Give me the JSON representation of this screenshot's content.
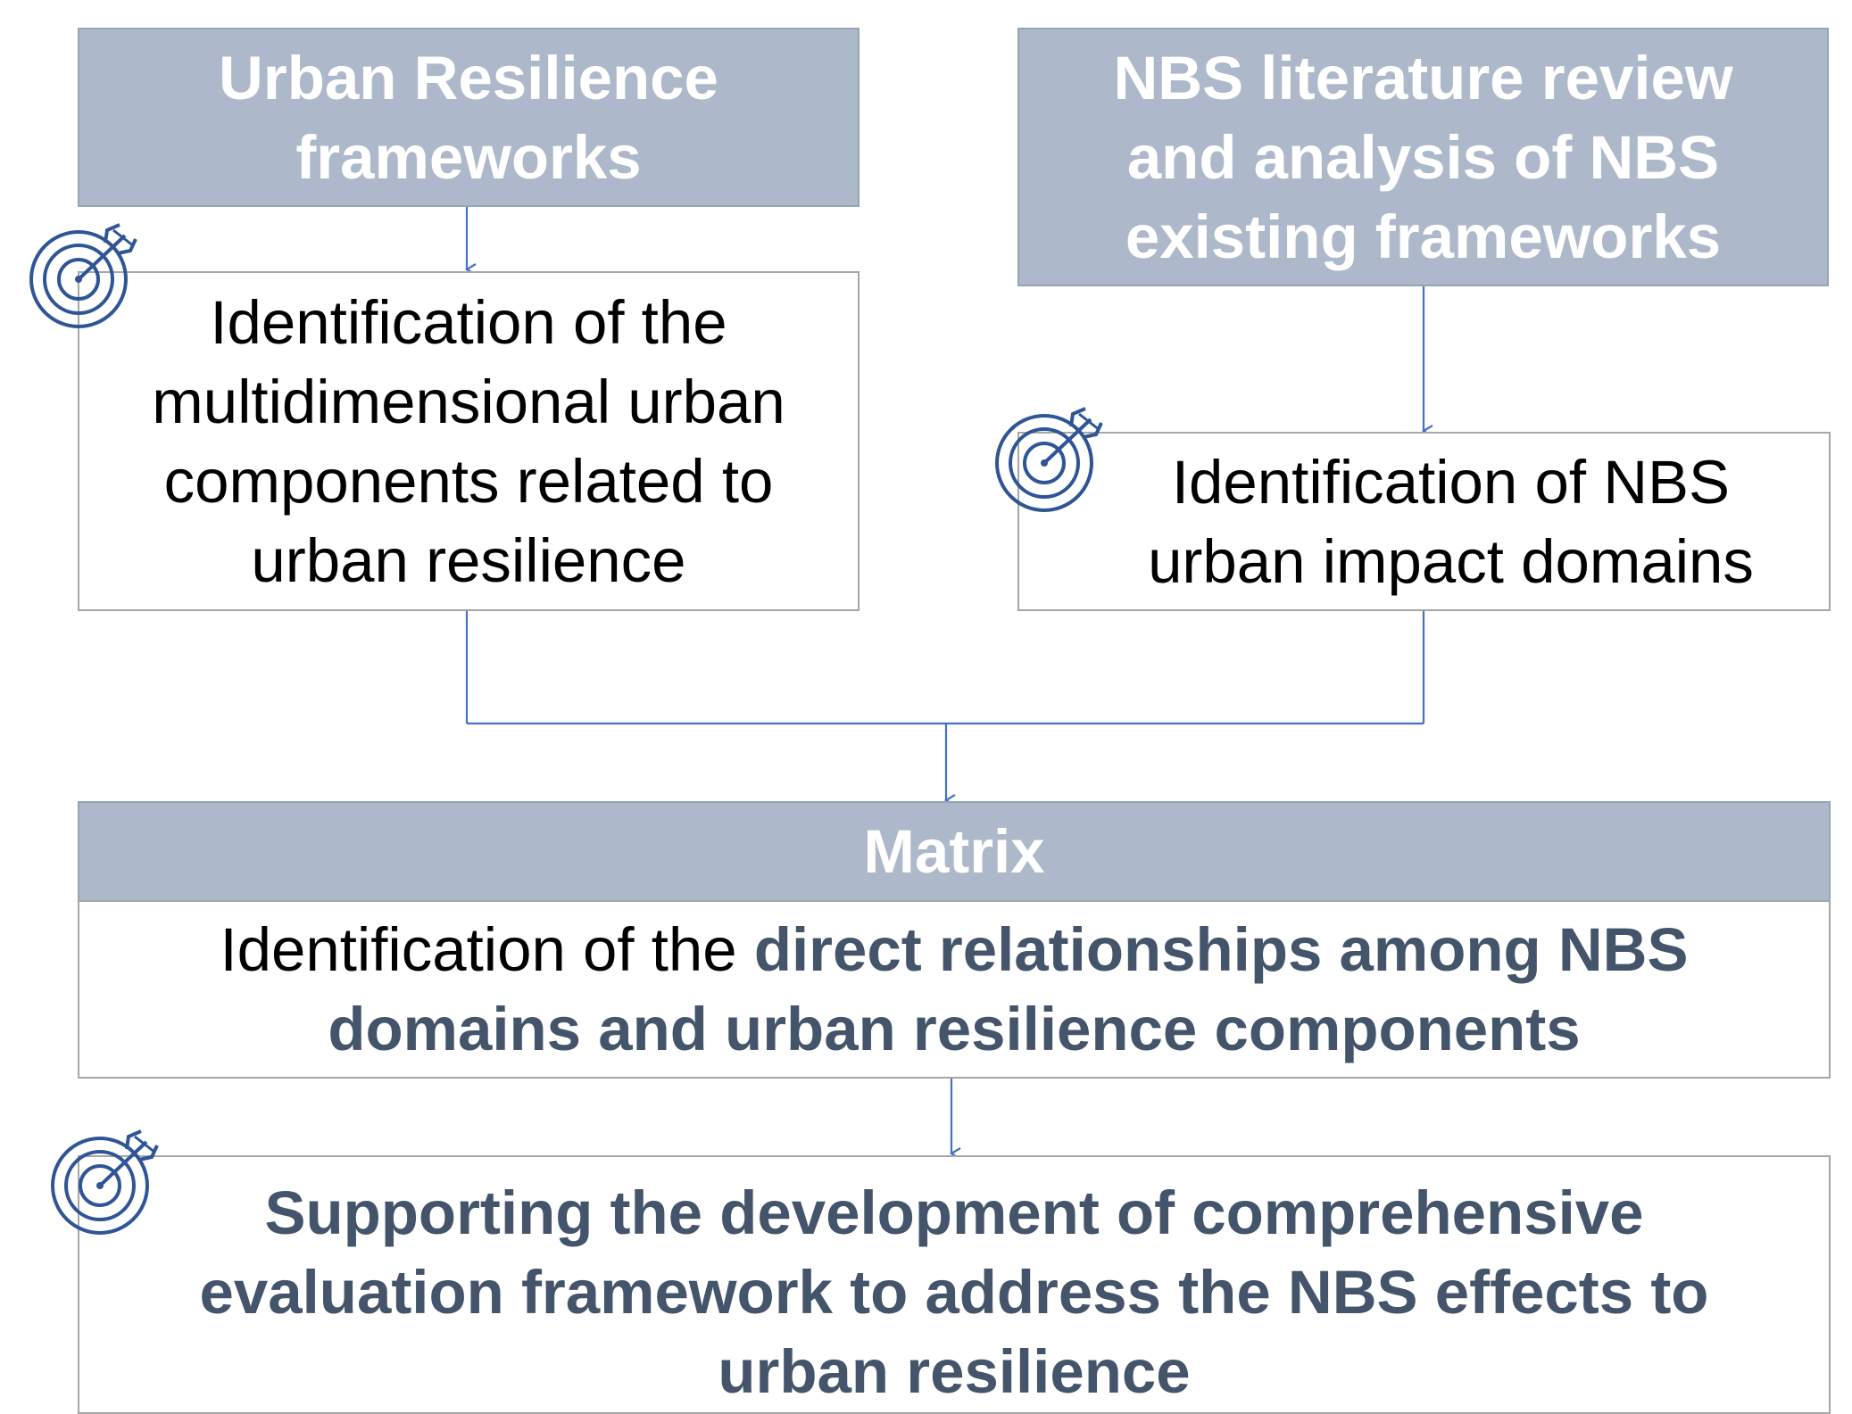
{
  "boxes": {
    "urban_resilience_frameworks": "Urban Resilience\nframeworks",
    "nbs_literature_review": "NBS literature review\nand analysis of NBS\nexisting frameworks",
    "identification_urban_components": "Identification of the\nmultidimensional urban\ncomponents related to\nurban resilience",
    "identification_nbs_domains": "Identification of NBS\nurban impact domains",
    "matrix_title": "Matrix",
    "matrix_body": {
      "prefix": "Identification of the ",
      "emphasis": "direct relationships among NBS\ndomains and urban resilience components"
    },
    "final_goal": "Supporting the development of comprehensive\nevaluation framework to address the NBS effects to\nurban resilience"
  },
  "icons": {
    "goal_icon": "target-with-arrow-icon"
  },
  "colors": {
    "header_fill": "#adb9ca",
    "header_text": "#ffffff",
    "emphasis_text": "#44546a",
    "connector": "#4472c4",
    "icon": "#2f5597"
  }
}
